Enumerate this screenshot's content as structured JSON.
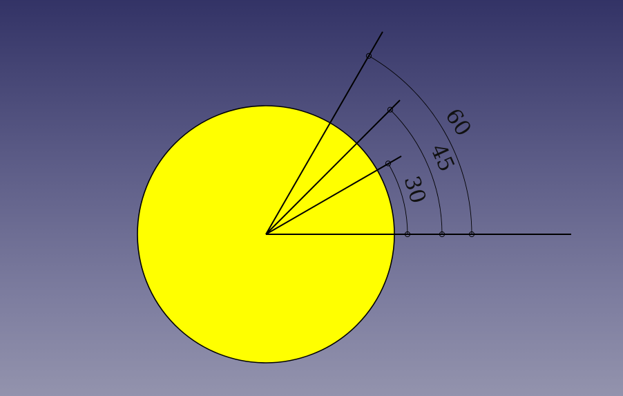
{
  "colors": {
    "background_top": "#333366",
    "background_bottom": "#9393ad",
    "disk_fill": "#ffff00",
    "stroke": "#000000"
  },
  "shapes": {
    "disk": "circle",
    "ray_angles_deg": [
      0,
      30,
      45,
      60
    ]
  },
  "dimensions": [
    {
      "value": 30,
      "label": "30"
    },
    {
      "value": 45,
      "label": "45"
    },
    {
      "value": 60,
      "label": "60"
    }
  ]
}
